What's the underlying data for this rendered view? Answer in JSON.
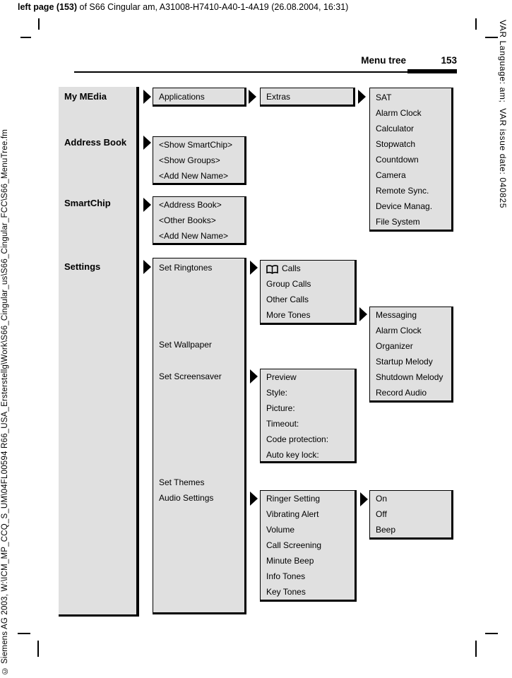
{
  "page": {
    "header_bold": "left page (153)",
    "header_rest": " of S66 Cingular am, A31008-H7410-A40-1-4A19 (26.08.2004, 16:31)",
    "left_margin": "© Siemens AG 2003, W:\\ICM_MP_CCQ_S_UM\\04FL00594 R66_USA_Ersterstellg\\Work\\S66_Cingular_us\\S66_Cingular_FCC\\S66_MenuTree.fm",
    "right_margin": "VAR Language: am;  VAR issue date: 040825",
    "section_title": "Menu tree",
    "page_number": "153"
  },
  "menu": {
    "roots": [
      "My MEdia",
      "Address Book",
      "SmartChip",
      "Settings"
    ],
    "boxes": {
      "applications": [
        "Applications"
      ],
      "extras": [
        "Extras"
      ],
      "sat": [
        "SAT",
        "Alarm Clock",
        "Calculator",
        "Stopwatch",
        "Countdown",
        "Camera",
        "Remote Sync.",
        "Device Manag.",
        "File System"
      ],
      "address_book": [
        "<Show SmartChip>",
        "<Show Groups>",
        "<Add New Name>"
      ],
      "smartchip": [
        "<Address Book>",
        "<Other Books>",
        "<Add New Name>"
      ],
      "settings": [
        "Set Ringtones",
        "Set Wallpaper",
        "Set Screensaver",
        "Set Themes",
        "Audio Settings"
      ],
      "ringtones": [
        "Calls",
        "Group Calls",
        "Other Calls",
        "More Tones"
      ],
      "screensaver": [
        "Preview",
        "Style:",
        "Picture:",
        "Timeout:",
        "Code protection:",
        "Auto key lock:"
      ],
      "audio_settings": [
        "Ringer Setting",
        "Vibrating Alert",
        "Volume",
        "Call Screening",
        "Minute Beep",
        "Info Tones",
        "Key Tones"
      ],
      "messaging": [
        "Messaging",
        "Alarm Clock",
        "Organizer",
        "Startup Melody",
        "Shutdown Melody",
        "Record Audio"
      ],
      "ringer_options": [
        "On",
        "Off",
        "Beep"
      ]
    },
    "icons": {
      "calls_icon": "open-book-icon",
      "connector_icon": "arrow-right-icon"
    }
  },
  "colors": {
    "box_fill": "#e0e0e0",
    "border": "#000000",
    "text": "#000000"
  }
}
